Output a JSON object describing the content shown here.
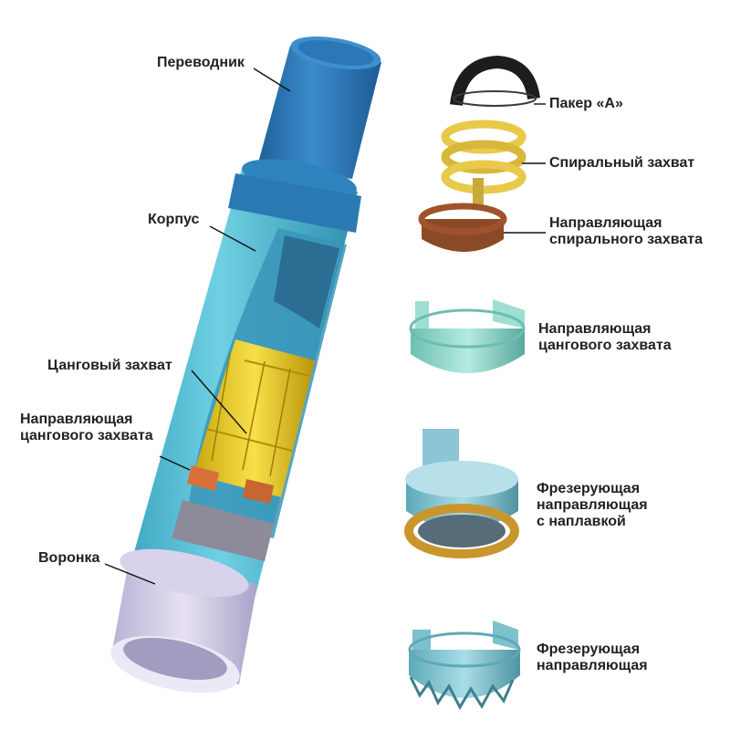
{
  "labels": {
    "perevodnik": "Переводник",
    "korpus": "Корпус",
    "tsangovy_zakhvat": "Цанговый захват",
    "napr_tsang_left_1": "Направляющая",
    "napr_tsang_left_2": "цангового захвата",
    "voronka": "Воронка",
    "paker": "Пакер «А»",
    "spiralny_zakhvat": "Спиральный захват",
    "napr_spiral_1": "Направляющая",
    "napr_spiral_2": "спирального захвата",
    "napr_tsang_right_1": "Направляющая",
    "napr_tsang_right_2": "цангового захвата",
    "frez_napl_1": "Фрезерующая",
    "frez_napl_2": "направляющая",
    "frez_napl_3": "с наплавкой",
    "frez_1": "Фрезерующая",
    "frez_2": "направляющая"
  },
  "colors": {
    "sub_blue": "#2f7fc1",
    "body_cyan": "#5bc3d8",
    "collet_yellow": "#f2d31c",
    "guide_orange": "#d9703a",
    "funnel_lavender": "#d3cde6",
    "packer_black": "#1d1d1d",
    "spiral_gold": "#e8c94a",
    "spiral_guide_brown": "#a0522d",
    "ring_teal": "#88d3c4",
    "mill_guide_teal": "#7bc3cf",
    "hardfacing_gold": "#c9962e"
  }
}
